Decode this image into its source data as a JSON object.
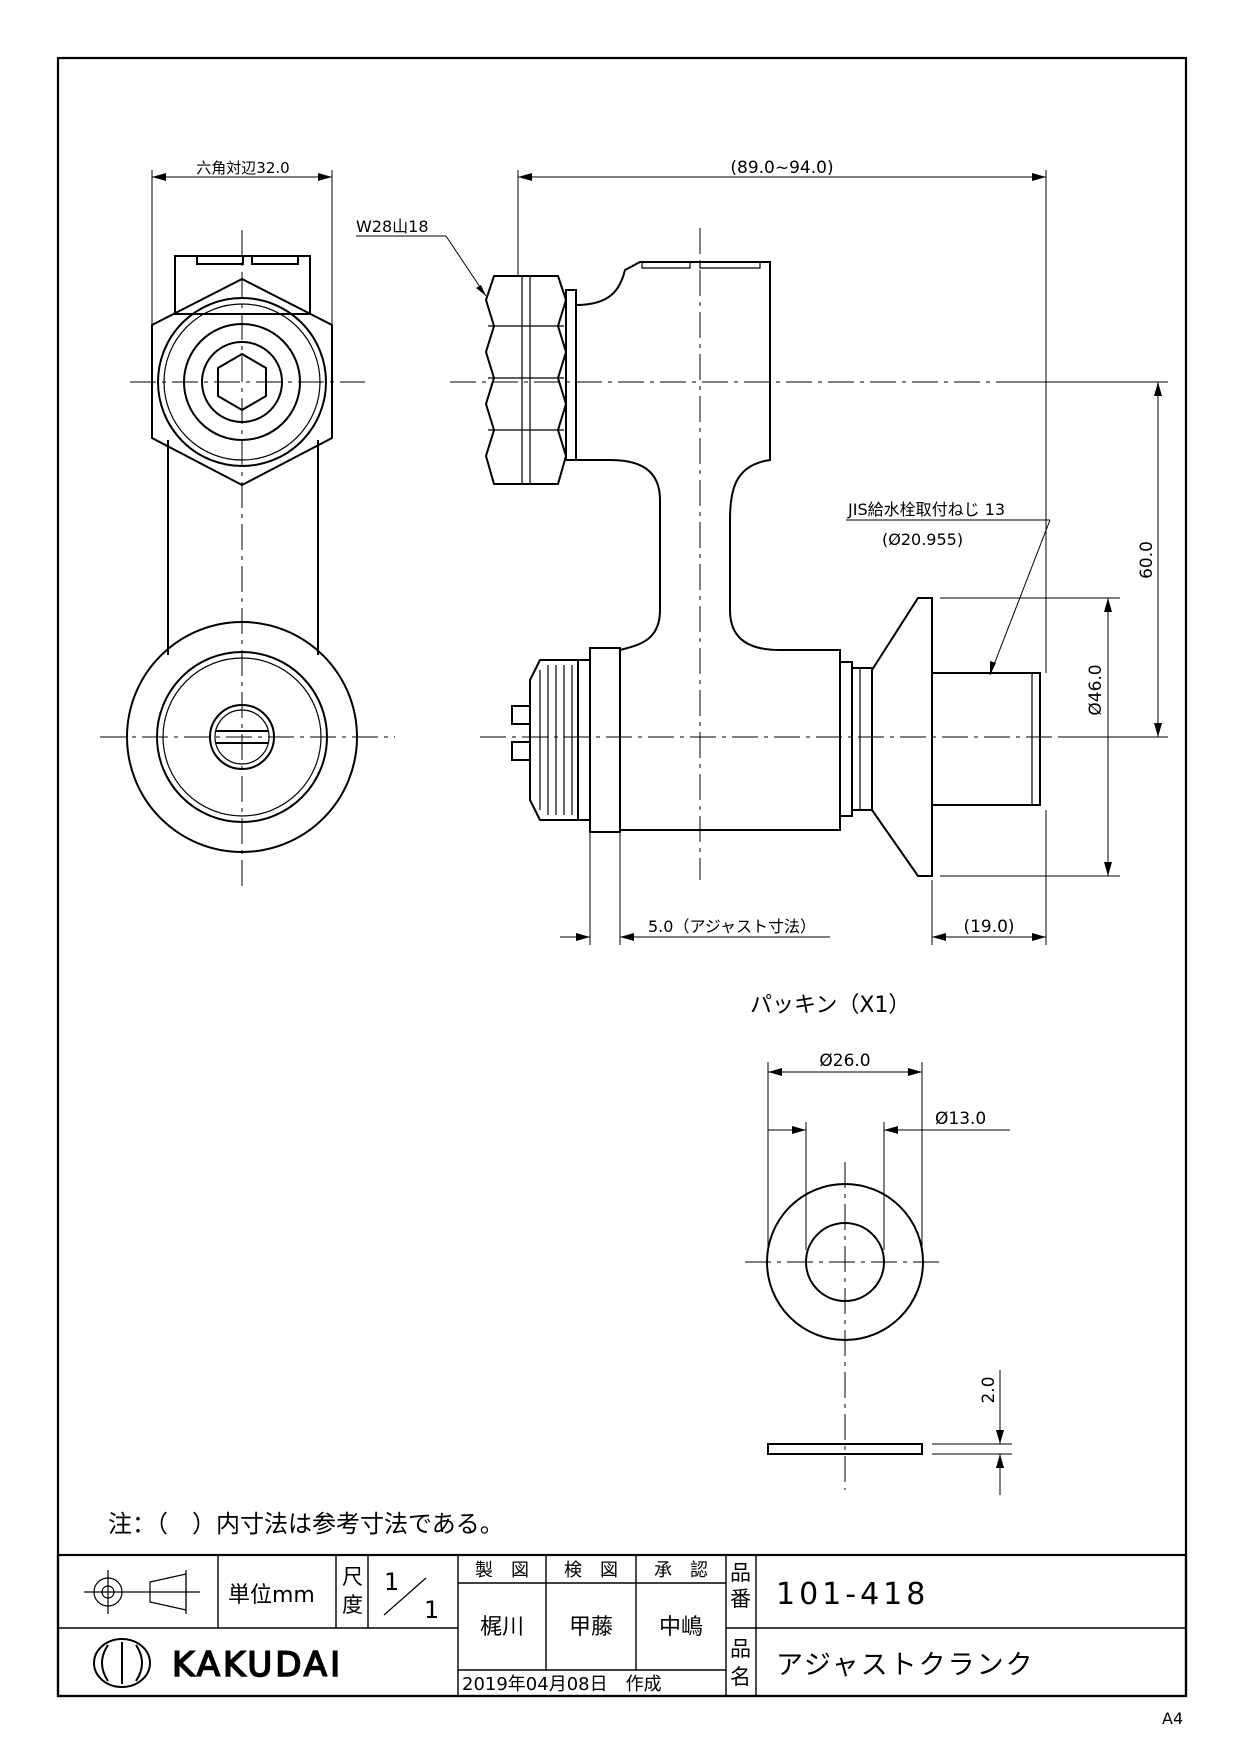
{
  "dimensions": {
    "hex_width": "六角対辺32.0",
    "thread_nut": "W28山18",
    "overall_length": "(89.0~94.0)",
    "jis_thread": "JIS給水栓取付ねじ 13",
    "jis_diameter": "(Ø20.955)",
    "height": "60.0",
    "flange_diameter": "Ø46.0",
    "adjust": "5.0（アジャスト寸法）",
    "thread_length": "(19.0)"
  },
  "packing": {
    "title": "パッキン（X1）",
    "outer_diameter": "Ø26.0",
    "inner_diameter": "Ø13.0",
    "thickness": "2.0"
  },
  "note": "注：（　）内寸法は参考寸法である。",
  "title_block": {
    "unit": "単位mm",
    "scale_label_1": "尺",
    "scale_label_2": "度",
    "scale_num": "1",
    "scale_den": "1",
    "drawn_label": "製　図",
    "checked_label": "検　図",
    "approved_label": "承　認",
    "drawn_by": "梶川",
    "checked_by": "甲藤",
    "approved_by": "中嶋",
    "date": "2019年04月08日　作成",
    "part_no_label_1": "品",
    "part_no_label_2": "番",
    "part_no": "101-418",
    "part_name_label_1": "品",
    "part_name_label_2": "名",
    "part_name": "アジャストクランク",
    "brand": "KAKUDAI"
  },
  "paper_size": "A4"
}
